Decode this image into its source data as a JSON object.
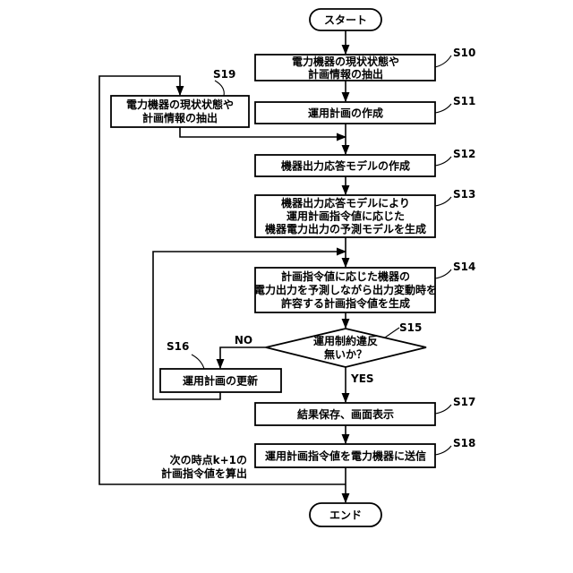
{
  "flowchart": {
    "start": "スタート",
    "end": "エンド",
    "steps": {
      "s10": {
        "label": "S10",
        "lines": [
          "電力機器の現状状態や",
          "計画情報の抽出"
        ]
      },
      "s11": {
        "label": "S11",
        "lines": [
          "運用計画の作成"
        ]
      },
      "s12": {
        "label": "S12",
        "lines": [
          "機器出力応答モデルの作成"
        ]
      },
      "s13": {
        "label": "S13",
        "lines": [
          "機器出力応答モデルにより",
          "運用計画指令値に応じた",
          "機器電力出力の予測モデルを生成"
        ]
      },
      "s14": {
        "label": "S14",
        "lines": [
          "計画指令値に応じた機器の",
          "電力出力を予測しながら出力変動時を",
          "許容する計画指令値を生成"
        ]
      },
      "s15": {
        "label": "S15",
        "lines": [
          "運用制約違反",
          "無いか？"
        ]
      },
      "s16": {
        "label": "S16",
        "lines": [
          "運用計画の更新"
        ]
      },
      "s17": {
        "label": "S17",
        "lines": [
          "結果保存、画面表示"
        ]
      },
      "s18": {
        "label": "S18",
        "lines": [
          "運用計画指令値を電力機器に送信"
        ]
      },
      "s19": {
        "label": "S19",
        "lines": [
          "電力機器の現状状態や",
          "計画情報の抽出"
        ]
      }
    },
    "branch_no": "NO",
    "branch_yes": "YES",
    "loop_note": [
      "次の時点k+1の",
      "計画指令値を算出"
    ]
  }
}
